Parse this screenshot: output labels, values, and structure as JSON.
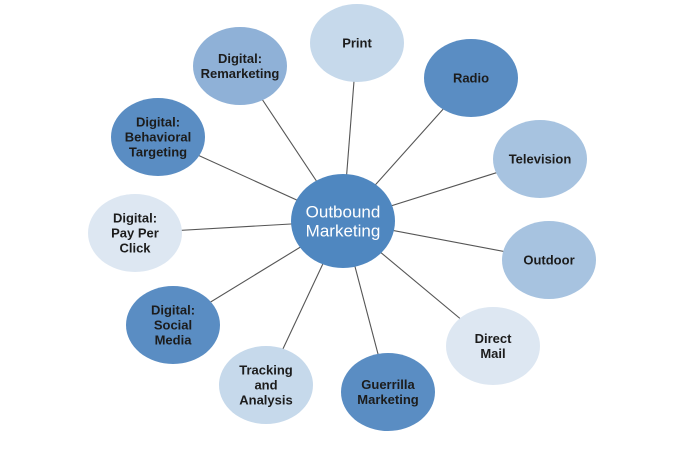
{
  "center": {
    "lines": [
      "Outbound",
      "Marketing"
    ],
    "color": "#4f87c0"
  },
  "colors": {
    "dark": "#5a8dc3",
    "medium": "#8fb1d7",
    "lightmedium": "#a7c3e0",
    "light": "#c6d9eb",
    "verylight": "#dde7f2",
    "line": "#555555"
  },
  "nodes": [
    {
      "lines": [
        "Print"
      ],
      "shade": "light"
    },
    {
      "lines": [
        "Radio"
      ],
      "shade": "dark"
    },
    {
      "lines": [
        "Television"
      ],
      "shade": "lightmedium"
    },
    {
      "lines": [
        "Outdoor"
      ],
      "shade": "lightmedium"
    },
    {
      "lines": [
        "Direct",
        "Mail"
      ],
      "shade": "verylight"
    },
    {
      "lines": [
        "Guerrilla",
        "Marketing"
      ],
      "shade": "dark"
    },
    {
      "lines": [
        "Tracking",
        "and",
        "Analysis"
      ],
      "shade": "light"
    },
    {
      "lines": [
        "Digital:",
        "Social",
        "Media"
      ],
      "shade": "dark"
    },
    {
      "lines": [
        "Digital:",
        "Pay Per",
        "Click"
      ],
      "shade": "verylight"
    },
    {
      "lines": [
        "Digital:",
        "Behavioral",
        "Targeting"
      ],
      "shade": "dark"
    },
    {
      "lines": [
        "Digital:",
        "Remarketing"
      ],
      "shade": "medium"
    }
  ]
}
